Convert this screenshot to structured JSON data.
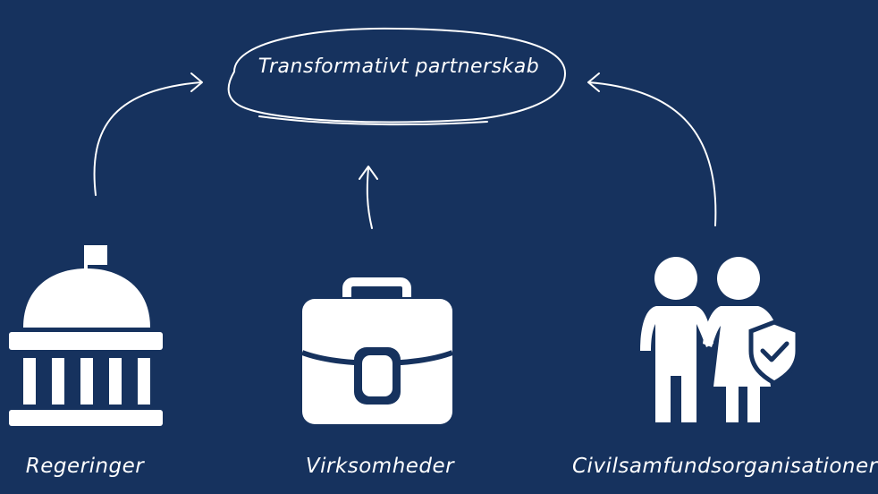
{
  "diagram": {
    "center": {
      "label": "Transformativt partnerskab"
    },
    "nodes": [
      {
        "id": "gov",
        "label": "Regeringer",
        "icon": "government-building-icon"
      },
      {
        "id": "biz",
        "label": "Virksomheder",
        "icon": "briefcase-icon"
      },
      {
        "id": "civ",
        "label": "Civilsamfundsorganisationer",
        "icon": "people-shield-icon"
      }
    ],
    "colors": {
      "background": "#16325e",
      "foreground": "#ffffff"
    }
  }
}
